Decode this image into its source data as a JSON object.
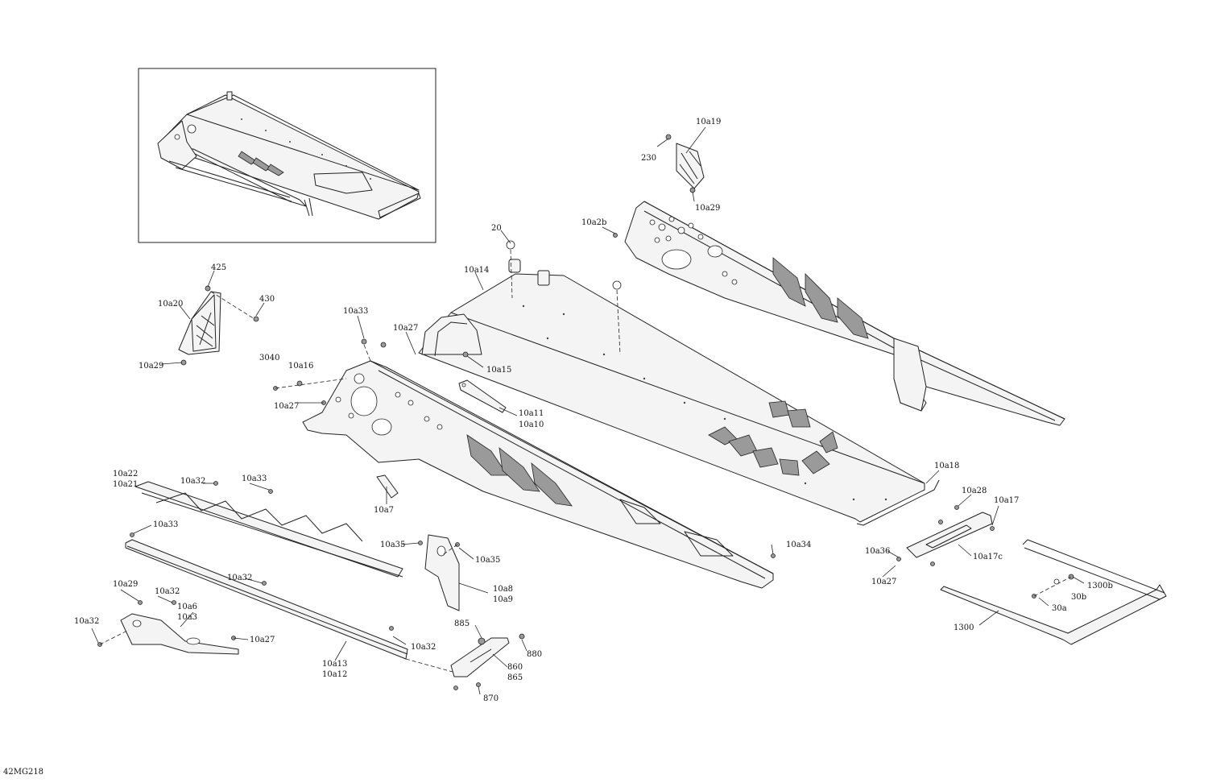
{
  "diagram": {
    "code": "42MG218",
    "labels": [
      {
        "id": "lbl-10a19",
        "text": "10a19"
      },
      {
        "id": "lbl-230",
        "text": "230"
      },
      {
        "id": "lbl-10a29-top",
        "text": "10a29"
      },
      {
        "id": "lbl-10a2b",
        "text": "10a2b"
      },
      {
        "id": "lbl-20",
        "text": "20"
      },
      {
        "id": "lbl-10a14",
        "text": "10a14"
      },
      {
        "id": "lbl-425",
        "text": "425"
      },
      {
        "id": "lbl-10a20",
        "text": "10a20"
      },
      {
        "id": "lbl-430",
        "text": "430"
      },
      {
        "id": "lbl-10a29-left",
        "text": "10a29"
      },
      {
        "id": "lbl-10a33-top",
        "text": "10a33"
      },
      {
        "id": "lbl-10a27-top",
        "text": "10a27"
      },
      {
        "id": "lbl-10a15",
        "text": "10a15"
      },
      {
        "id": "lbl-3040",
        "text": "3040"
      },
      {
        "id": "lbl-10a16",
        "text": "10a16"
      },
      {
        "id": "lbl-10a27-mid",
        "text": "10a27"
      },
      {
        "id": "lbl-10a11",
        "text": "10a11"
      },
      {
        "id": "lbl-10a10",
        "text": "10a10"
      },
      {
        "id": "lbl-10a22",
        "text": "10a22"
      },
      {
        "id": "lbl-10a21",
        "text": "10a21"
      },
      {
        "id": "lbl-10a32-a",
        "text": "10a32"
      },
      {
        "id": "lbl-10a33-mid",
        "text": "10a33"
      },
      {
        "id": "lbl-10a7",
        "text": "10a7"
      },
      {
        "id": "lbl-10a18",
        "text": "10a18"
      },
      {
        "id": "lbl-10a28",
        "text": "10a28"
      },
      {
        "id": "lbl-10a17",
        "text": "10a17"
      },
      {
        "id": "lbl-10a33-low",
        "text": "10a33"
      },
      {
        "id": "lbl-10a35-a",
        "text": "10a35"
      },
      {
        "id": "lbl-10a35-b",
        "text": "10a35"
      },
      {
        "id": "lbl-10a34",
        "text": "10a34"
      },
      {
        "id": "lbl-10a36",
        "text": "10a36"
      },
      {
        "id": "lbl-10a17c",
        "text": "10a17c"
      },
      {
        "id": "lbl-10a27-right",
        "text": "10a27"
      },
      {
        "id": "lbl-10a32-b",
        "text": "10a32"
      },
      {
        "id": "lbl-10a8",
        "text": "10a8"
      },
      {
        "id": "lbl-10a9",
        "text": "10a9"
      },
      {
        "id": "lbl-1300b",
        "text": "1300b"
      },
      {
        "id": "lbl-30b",
        "text": "30b"
      },
      {
        "id": "lbl-30a",
        "text": "30a"
      },
      {
        "id": "lbl-10a29-low",
        "text": "10a29"
      },
      {
        "id": "lbl-10a32-c",
        "text": "10a32"
      },
      {
        "id": "lbl-10a6",
        "text": "10a6"
      },
      {
        "id": "lbl-10a3",
        "text": "10a3"
      },
      {
        "id": "lbl-10a32-d",
        "text": "10a32"
      },
      {
        "id": "lbl-10a27-low",
        "text": "10a27"
      },
      {
        "id": "lbl-885",
        "text": "885"
      },
      {
        "id": "lbl-880",
        "text": "880"
      },
      {
        "id": "lbl-1300",
        "text": "1300"
      },
      {
        "id": "lbl-10a32-e",
        "text": "10a32"
      },
      {
        "id": "lbl-860",
        "text": "860"
      },
      {
        "id": "lbl-865",
        "text": "865"
      },
      {
        "id": "lbl-10a13",
        "text": "10a13"
      },
      {
        "id": "lbl-10a12",
        "text": "10a12"
      },
      {
        "id": "lbl-870",
        "text": "870"
      }
    ]
  }
}
